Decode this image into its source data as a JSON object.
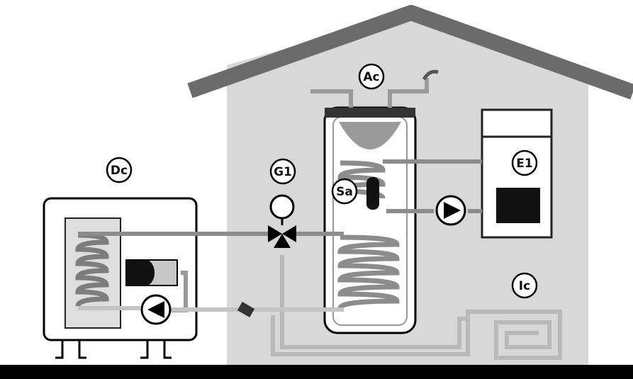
{
  "labels": {
    "ac": "Ac",
    "dc": "Dc",
    "g1": "G1",
    "e1": "E1",
    "sa": "Sa",
    "ic": "Ic"
  },
  "colors": {
    "roof": "#6b6b6b",
    "house_wall": "#d8d8d8",
    "hot_pipe": "#8c8c8c",
    "cold_pipe": "#c4c4c4",
    "floor_loop": "#b9b9b9",
    "ground_bar": "#000000"
  }
}
